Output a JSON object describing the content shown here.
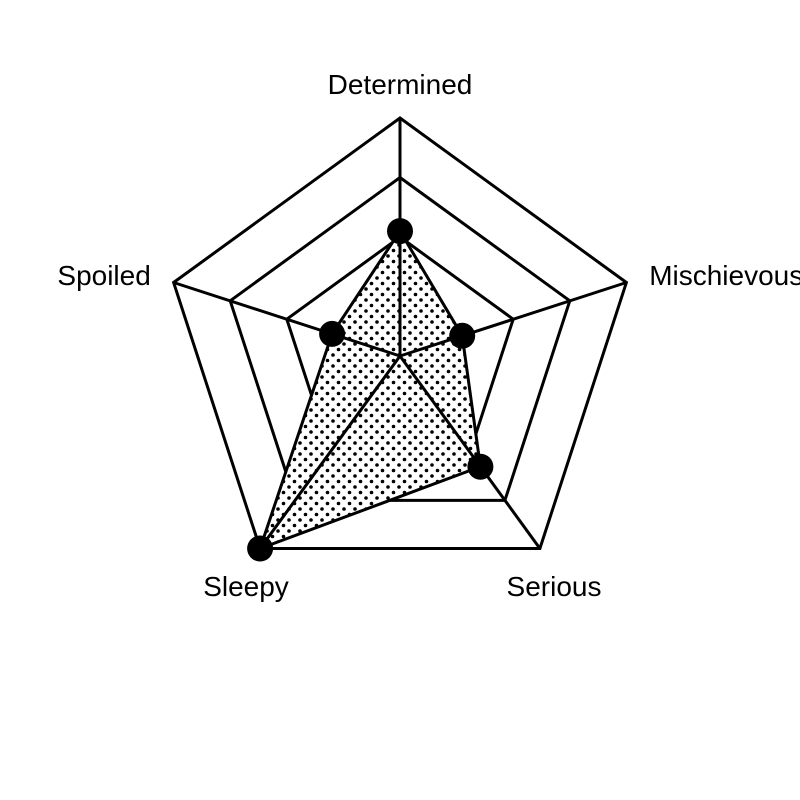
{
  "chart_data": {
    "type": "radar",
    "title": "",
    "categories": [
      "Determined",
      "Mischievous",
      "Serious",
      "Sleepy",
      "Spoiled"
    ],
    "series": [
      {
        "values": [
          2.1,
          1.1,
          2.3,
          4.0,
          1.2
        ]
      }
    ],
    "rlim": [
      0,
      4
    ],
    "ring_ticks": [
      1,
      2,
      3,
      4
    ],
    "grid": true,
    "colors": {
      "line": "#000000",
      "background": "#ffffff",
      "fill_pattern": "dotted"
    }
  }
}
